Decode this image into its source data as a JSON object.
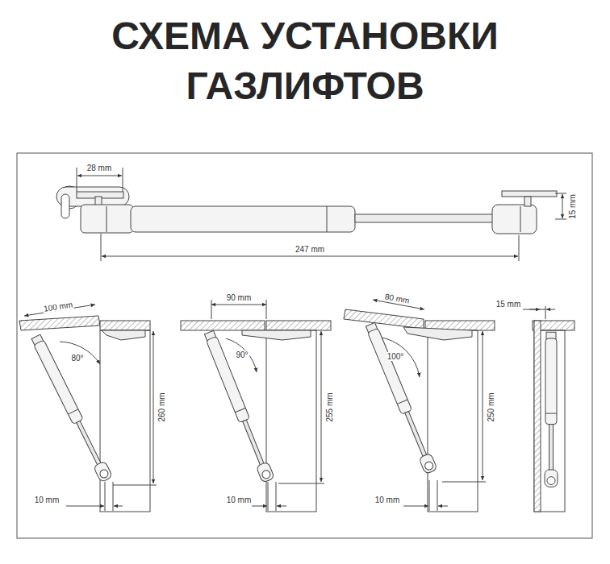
{
  "diagram": {
    "title": "СХЕМА УСТАНОВКИ ГАЗЛИФТОВ",
    "labels": [
      "28 mm",
      "15 mm",
      "247 mm",
      "100 mm",
      "80°",
      "260 mm",
      "10 mm",
      "90 mm",
      "90°",
      "255 mm",
      "10 mm",
      "80 mm",
      "100°",
      "250 mm",
      "10 mm",
      "15 mm"
    ]
  }
}
